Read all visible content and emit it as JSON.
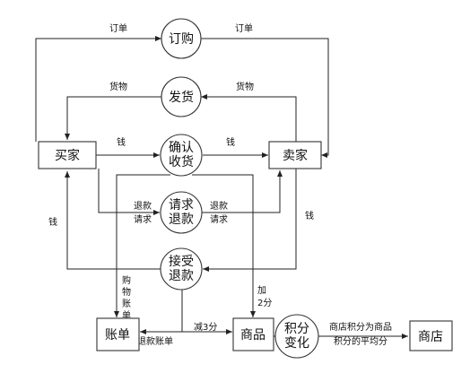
{
  "nodes": {
    "buyer": "买家",
    "seller": "卖家",
    "bill": "账单",
    "goods": "商品",
    "shop": "商店",
    "order": "订购",
    "ship": "发货",
    "confirm": [
      "确认",
      "收货"
    ],
    "refund_req": [
      "请求",
      "退款"
    ],
    "refund_acc": [
      "接受",
      "退款"
    ],
    "score": [
      "积分",
      "变化"
    ]
  },
  "edges": {
    "order_in": "订单",
    "order_out": "订单",
    "goods_in": "货物",
    "goods_out": "货物",
    "money_buyer": "钱",
    "money_seller": "钱",
    "refund_left": [
      "退款",
      "请求"
    ],
    "refund_right": [
      "退款",
      "请求"
    ],
    "money_back_left": "钱",
    "money_back_right": "钱",
    "purchase_bill": [
      "购",
      "物",
      "账",
      "单"
    ],
    "plus2": [
      "加",
      "2分"
    ],
    "minus3": "减3分",
    "refund_bill": "退款账单",
    "avg_score": [
      "商店积分为商品",
      "积分的平均分"
    ]
  }
}
